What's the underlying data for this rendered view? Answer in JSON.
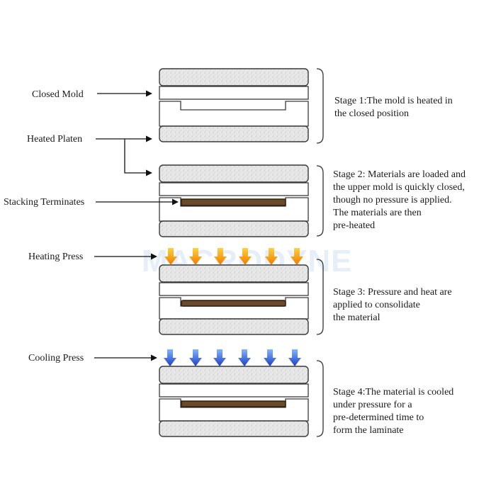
{
  "labels": {
    "closed_mold": "Closed Mold",
    "heated_platen": "Heated Platen",
    "stacking_terminates": "Stacking Terminates",
    "heating_press": "Heating Press",
    "cooling_press": "Cooling Press"
  },
  "stages": [
    {
      "lines": [
        "Stage 1:The mold is heated in",
        "the closed position"
      ]
    },
    {
      "lines": [
        "Stage 2: Materials are loaded and",
        "the upper mold is quickly closed,",
        "though no pressure is applied.",
        "The materials are then",
        "pre-heated"
      ]
    },
    {
      "lines": [
        "Stage 3: Pressure and heat are",
        "applied to consolidate",
        "the material"
      ]
    },
    {
      "lines": [
        "Stage 4:The material is cooled",
        "under pressure for a",
        "pre-determined time to",
        "form the laminate"
      ]
    }
  ],
  "watermark": "MACRODYNE",
  "colors": {
    "heat_arrow_top": "#ffd23a",
    "heat_arrow_bottom": "#f07a00",
    "cool_arrow_top": "#86b4ff",
    "cool_arrow_bottom": "#1a3fc0",
    "laminate": "#6b4a2a"
  }
}
